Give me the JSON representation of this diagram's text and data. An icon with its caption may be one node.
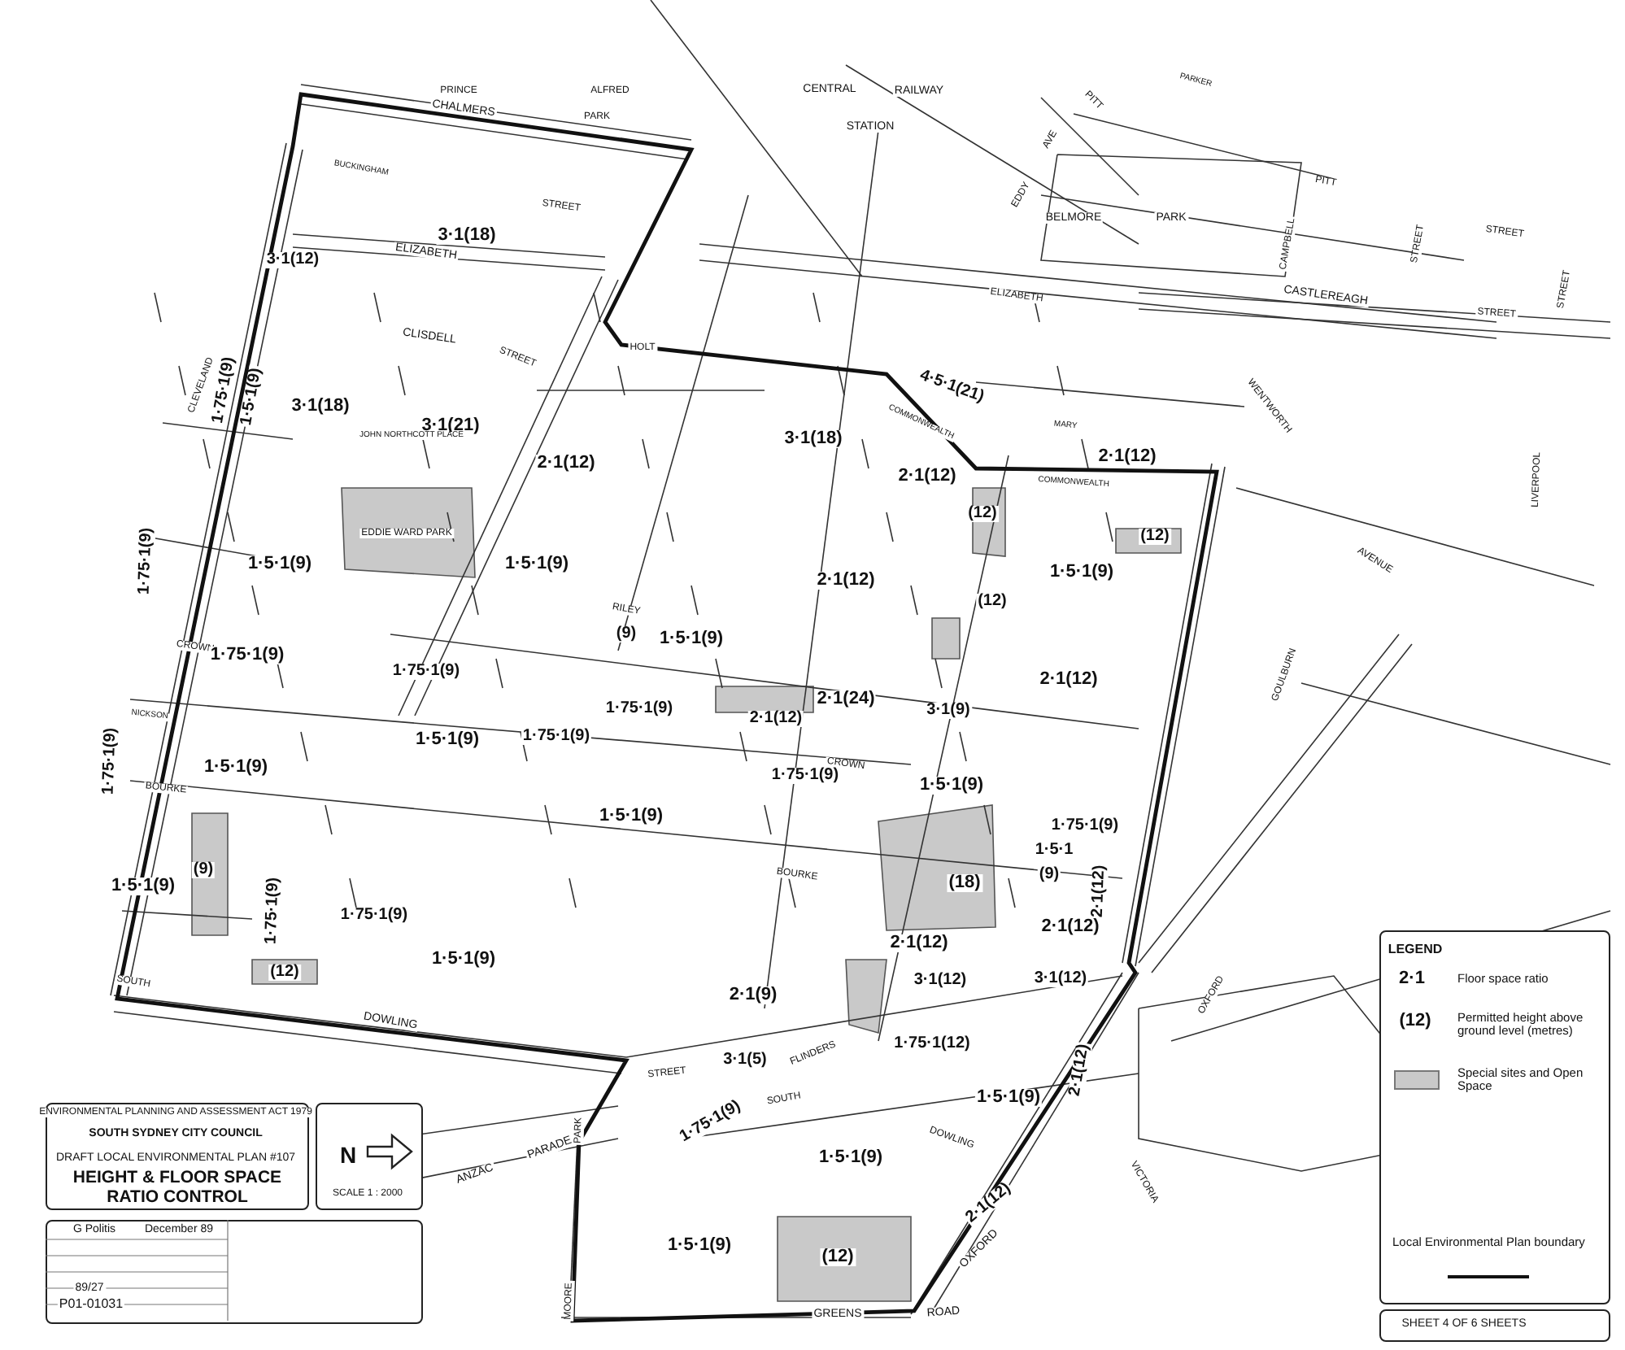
{
  "diagram": {
    "title": "HEIGHT & FLOOR SPACE RATIO CONTROL",
    "labels": [
      "PRINCE",
      "ALFRED",
      "PARK",
      "CENTRAL",
      "RAILWAY",
      "STATION",
      "PARKER",
      "PITT",
      "CHALMERS",
      "EDDY",
      "AVE",
      "BELMORE",
      "PARK",
      "PITT",
      "BUCKINGHAM",
      "STREET",
      "3·1(18)",
      "3·1(12)",
      "ELIZABETH",
      "CAMPBELL",
      "STREET",
      "STREET",
      "ELIZABETH",
      "CASTLEREAGH",
      "STREET",
      "STREET",
      "CLISDELL",
      "STREET",
      "HOLT",
      "4·5·1(21)",
      "CLEVELAND",
      "1·75·1(9)",
      "1·5·1(9)",
      "3·1(18)",
      "3·1(21)",
      "JOHN NORTHCOTT PLACE",
      "WENTWORTH",
      "3·1(18)",
      "MARY",
      "2·1(12)",
      "2·1(12)",
      "2·1(12)",
      "COMMONWEALTH",
      "COMMONWEALTH",
      "(12)",
      "(12)",
      "AVENUE",
      "LIVERPOOL",
      "EDDIE WARD PARK",
      "1·75·1(9)",
      "1·5·1(9)",
      "1·5·1(9)",
      "1·5·1(9)",
      "RILEY",
      "(12)",
      "CROWN",
      "1·75·1(9)",
      "1·75·1(9)",
      "(9)",
      "1·5·1(9)",
      "GOULBURN",
      "2·1(12)",
      "2·1(24)",
      "3·1(9)",
      "NICKSON",
      "1·75·1(9)",
      "2·1(12)",
      "2·1(12)",
      "1·5·1(9)",
      "1·75·1(9)",
      "1·5·1(9)",
      "1·75·1(9)",
      "CROWN",
      "1·5·1(9)",
      "1·75·1(9)",
      "BOURKE",
      "1·5·1(9)",
      "1·75·1(9)",
      "1·5·1",
      "(9)",
      "(18)",
      "(9)",
      "1·75·1(9)",
      "1·5·1(9)",
      "1·75·1(9)",
      "2·1(12)",
      "BOURKE",
      "(12)",
      "1·5·1(9)",
      "2·1(12)",
      "2·1(12)",
      "SOUTH",
      "3·1(12)",
      "3·1(12)",
      "2·1(9)",
      "OXFORD",
      "DOWLING",
      "1·75·1(12)",
      "3·1(5)",
      "STREET",
      "FLINDERS",
      "2·1(12)",
      "SOUTH",
      "1·75·1(9)",
      "1·5·1(9)",
      "DOWLING",
      "1·5·1(9)",
      "1·5·1(9)",
      "ANZAC",
      "PARADE",
      "PARK",
      "MOORE",
      "2·1(12)",
      "VICTORIA",
      "(12)",
      "GREENS",
      "ROAD",
      "OXFORD",
      "ENVIRONMENTAL PLANNING AND ASSESSMENT ACT 1979",
      "SOUTH SYDNEY CITY COUNCIL",
      "DRAFT LOCAL ENVIRONMENTAL PLAN #107",
      "N",
      "SCALE 1 : 2000",
      "G Politis",
      "December 89",
      "89/27",
      "P01-01031",
      "LEGEND",
      "2·1",
      "(12)",
      "SHEET 4 OF 6 SHEETS"
    ],
    "legend": [
      {
        "text": "Floor space ratio"
      },
      {
        "text": "Permitted height above ground level (metres)"
      },
      {
        "text": "Special sites and Open Space",
        "color": "#c9c9c9"
      },
      {
        "text": "Local Environmental Plan boundary"
      }
    ]
  }
}
